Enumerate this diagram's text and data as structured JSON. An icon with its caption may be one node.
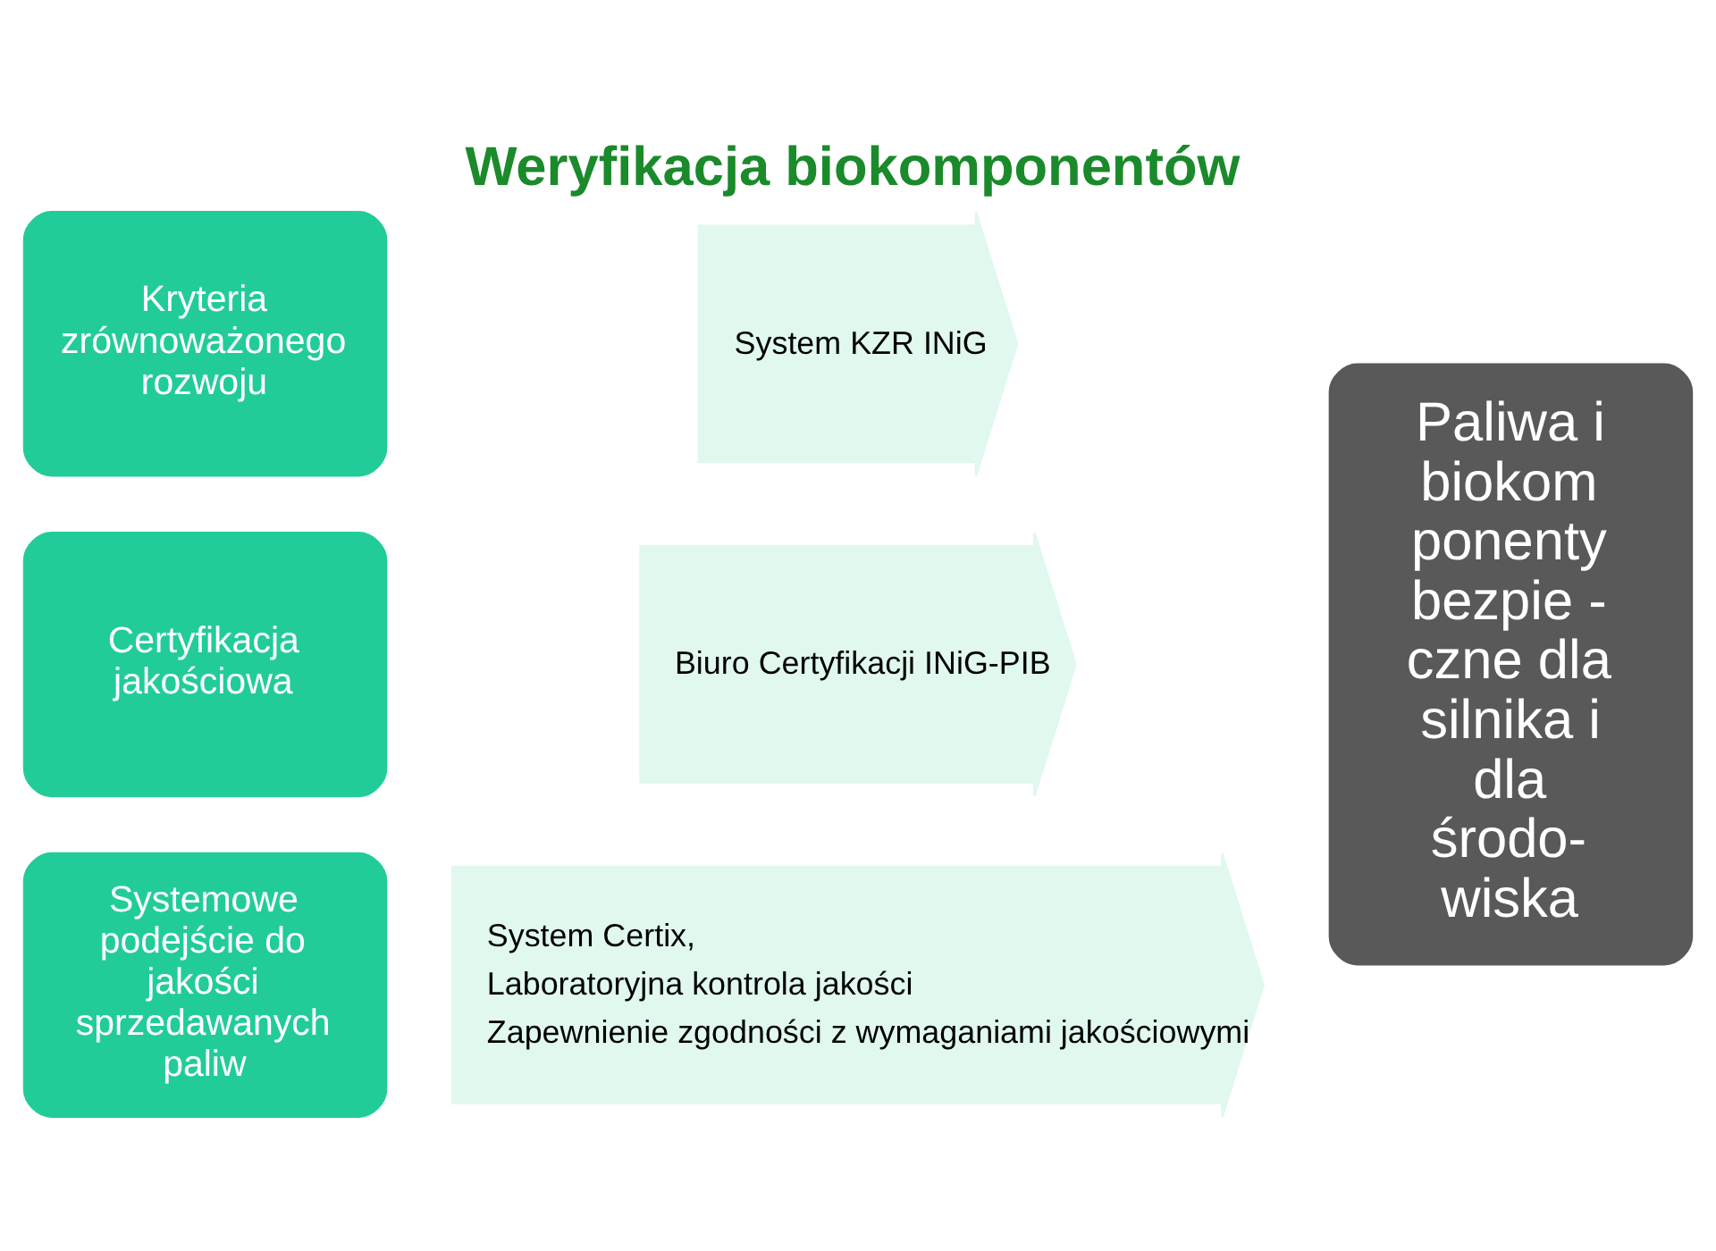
{
  "diagram": {
    "title": "Weryfikacja biokomponentów",
    "nodes": [
      {
        "text": [
          "Kryteria zrównoważonego rozwoju"
        ]
      },
      {
        "text": [
          "Certyfikacja jakościowa"
        ]
      },
      {
        "text": [
          "Systemowe podejście do jakości sprzedawanych paliw"
        ]
      },
      {
        "text": [
          "System KZR INiG"
        ]
      },
      {
        "text": [
          "Biuro Certyfikacji INiG-PIB"
        ]
      },
      {
        "text": [
          "System Certix,",
          "Laboratoryjna kontrola jakości",
          "Zapewnienie zgodności z wymaganiami jakościowymi"
        ]
      },
      {
        "text": [
          "Paliwa i biokom ponenty bezpie - czne dla silnika i dla środo- wiska"
        ]
      }
    ],
    "edges": []
  }
}
